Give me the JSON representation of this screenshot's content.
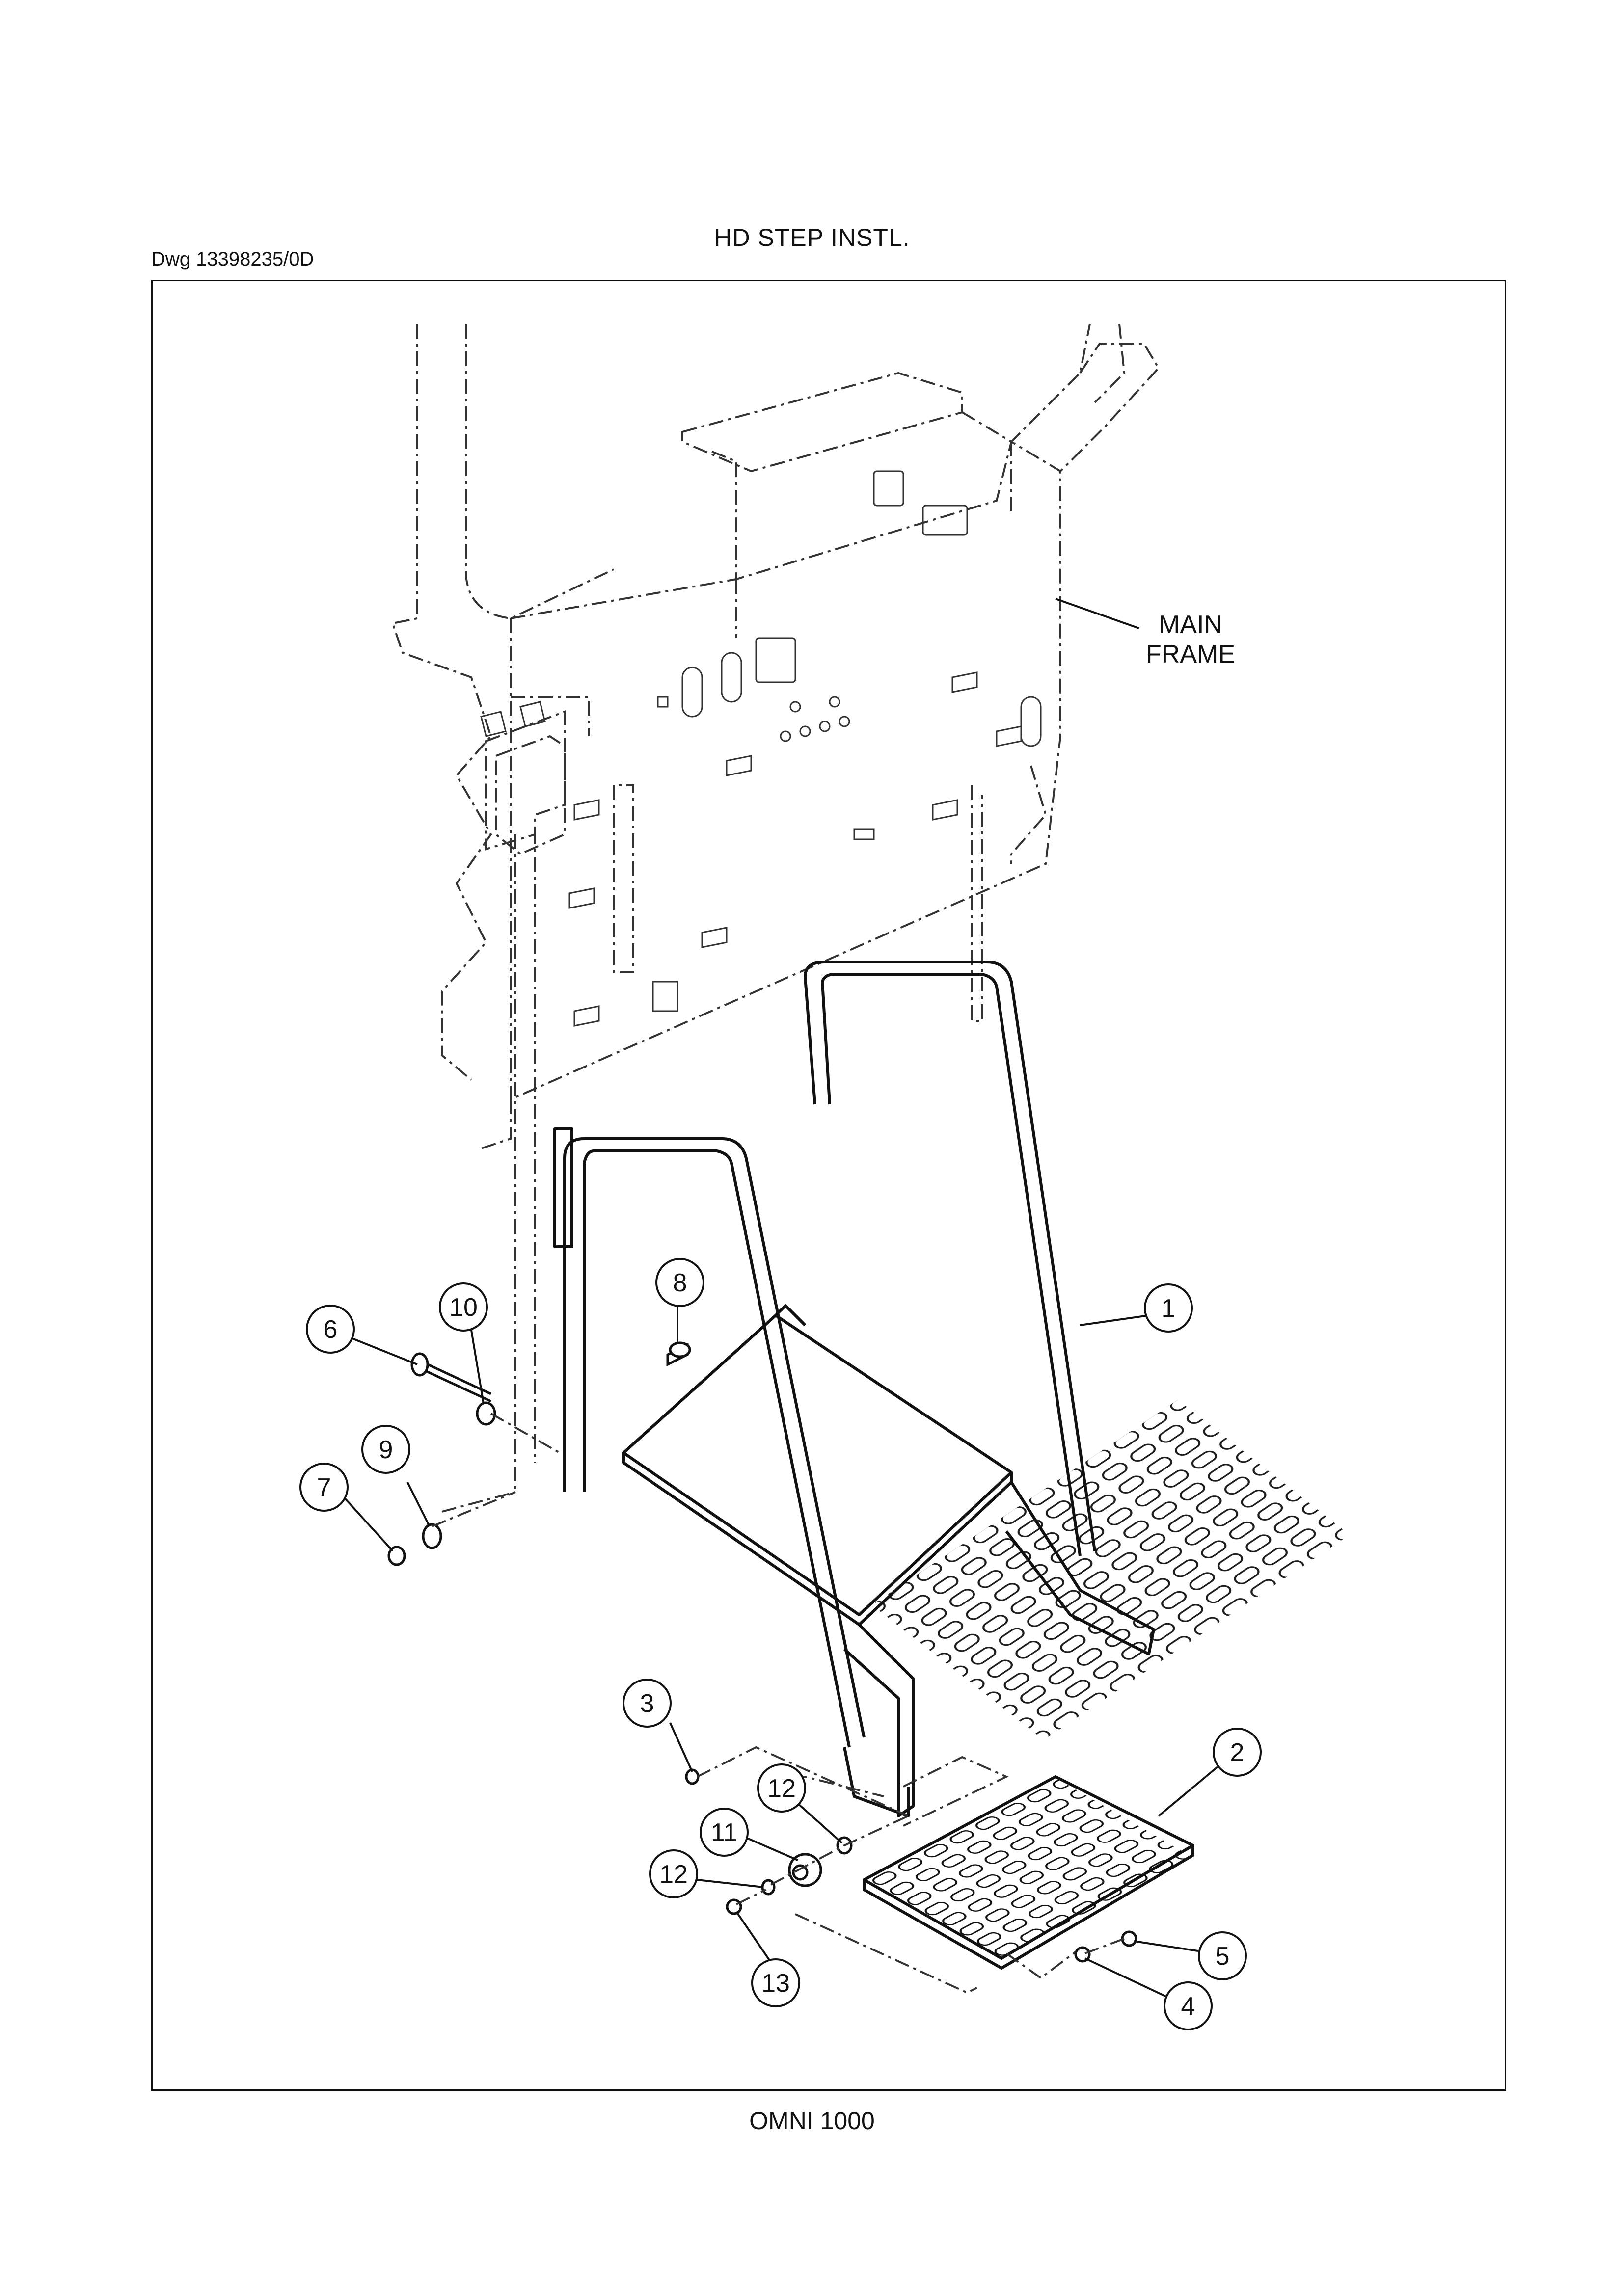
{
  "header": {
    "title": "HD STEP INSTL.",
    "drawing_number": "Dwg 13398235/0D"
  },
  "footer": {
    "model": "OMNI 1000"
  },
  "labels": {
    "main_frame_line1": "MAIN",
    "main_frame_line2": "FRAME"
  },
  "callouts": [
    {
      "id": "c1",
      "number": "1"
    },
    {
      "id": "c2",
      "number": "2"
    },
    {
      "id": "c3",
      "number": "3"
    },
    {
      "id": "c4",
      "number": "4"
    },
    {
      "id": "c5",
      "number": "5"
    },
    {
      "id": "c6",
      "number": "6"
    },
    {
      "id": "c7",
      "number": "7"
    },
    {
      "id": "c8",
      "number": "8"
    },
    {
      "id": "c9",
      "number": "9"
    },
    {
      "id": "c10",
      "number": "10"
    },
    {
      "id": "c11",
      "number": "11"
    },
    {
      "id": "c12a",
      "number": "12"
    },
    {
      "id": "c12b",
      "number": "12"
    },
    {
      "id": "c13",
      "number": "13"
    }
  ]
}
